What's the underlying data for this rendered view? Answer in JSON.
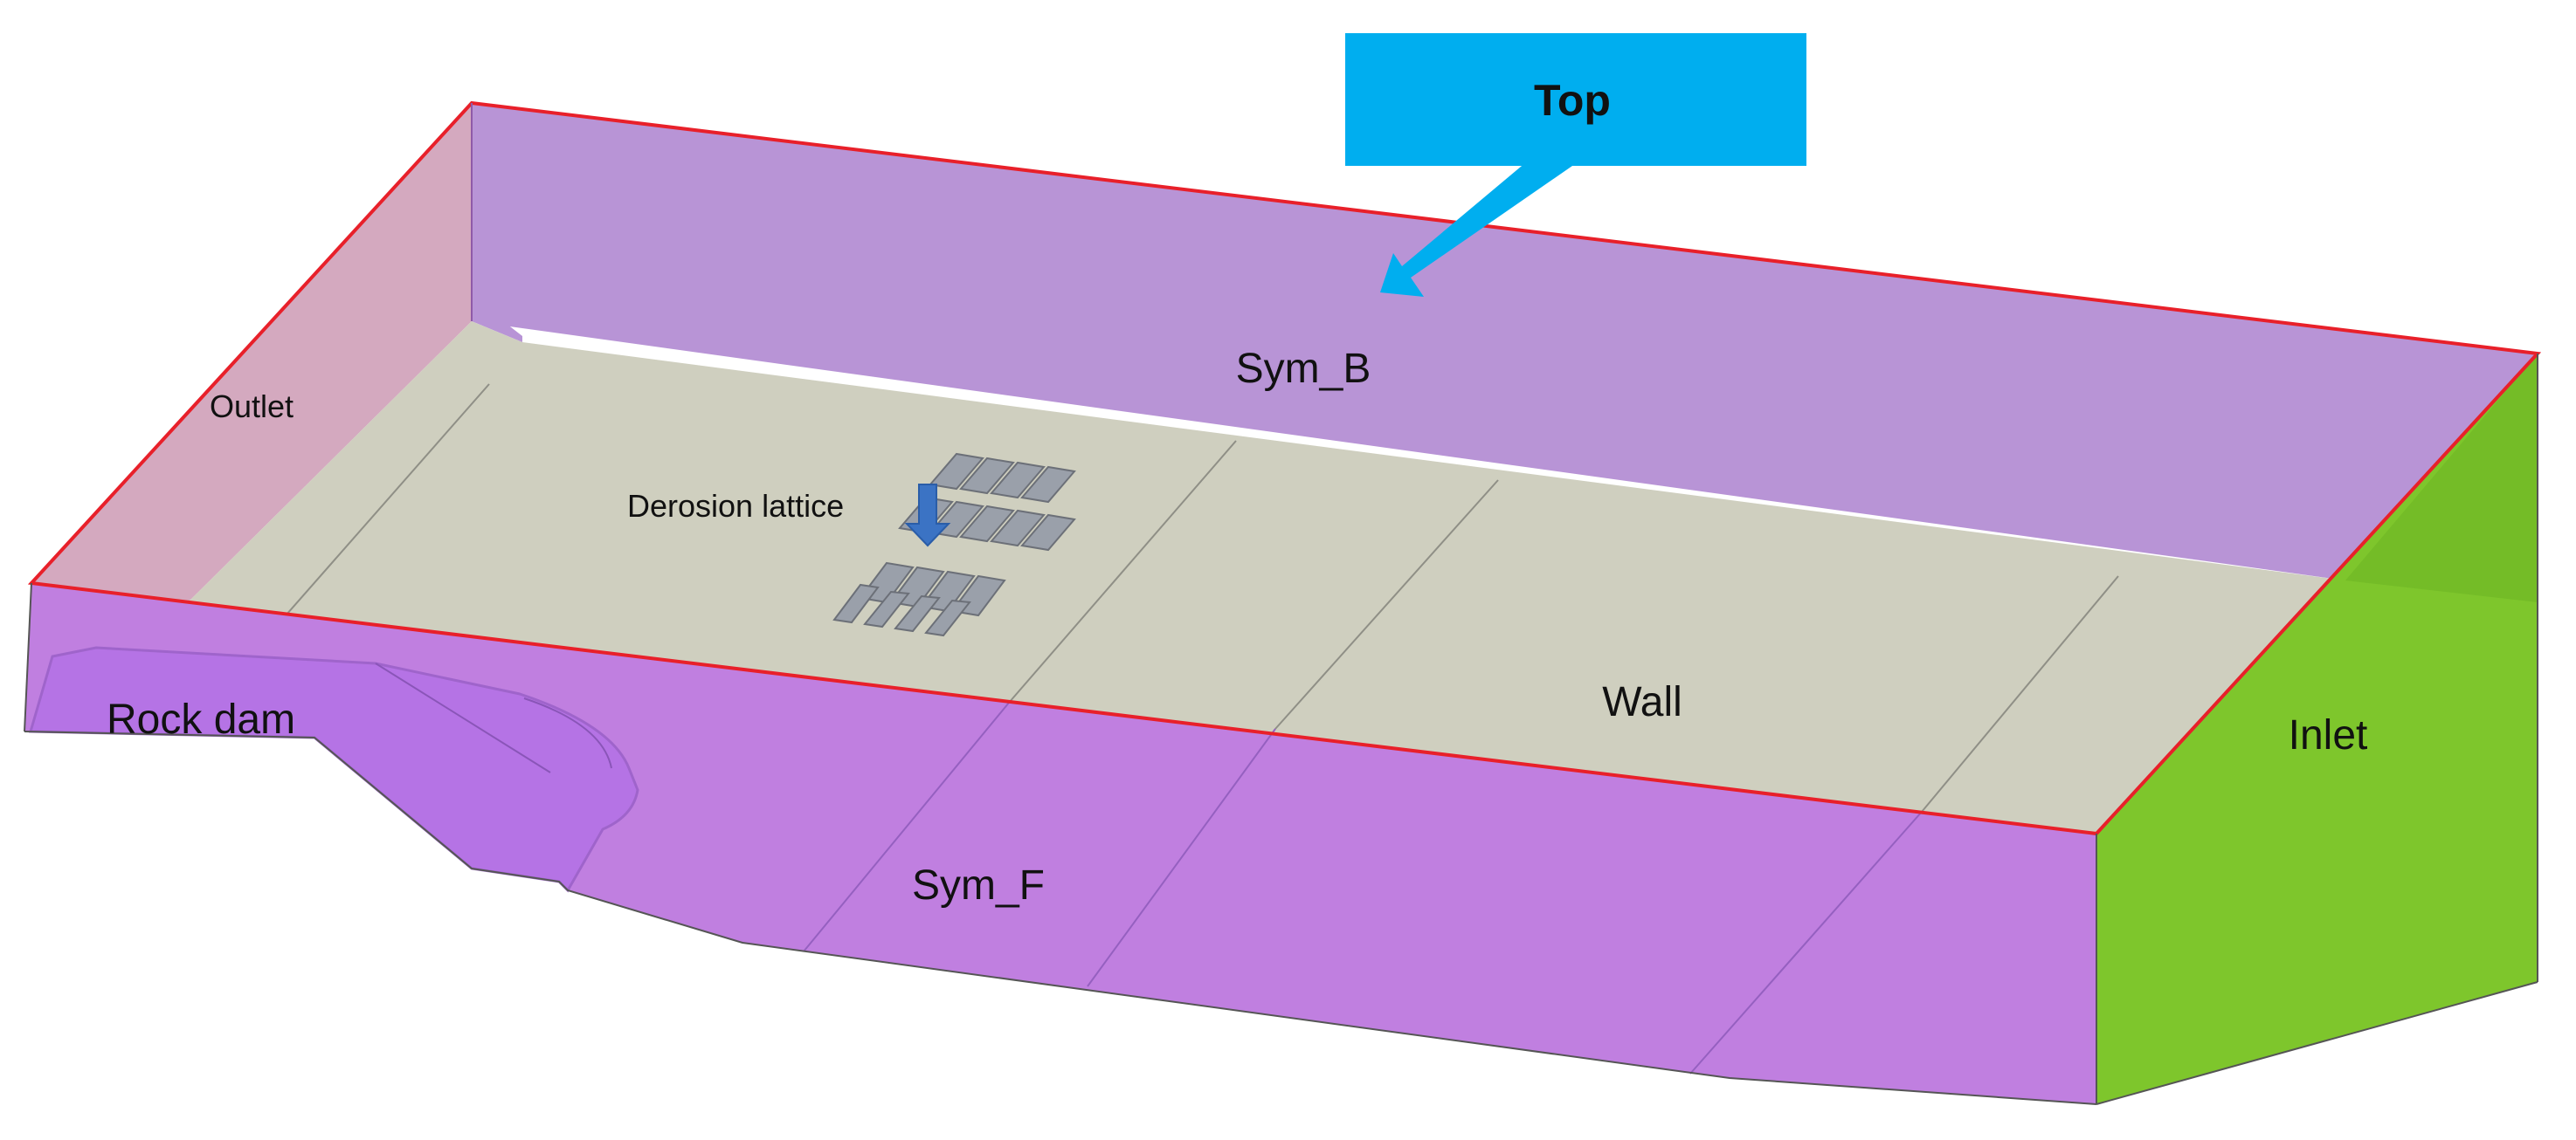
{
  "labels": {
    "top": "Top",
    "sym_b": "Sym_B",
    "outlet": "Outlet",
    "derosion_lattice": "Derosion lattice",
    "rock_dam": "Rock dam",
    "wall": "Wall",
    "inlet": "Inlet",
    "sym_f": "Sym_F"
  },
  "colors": {
    "back_wall": "#b894d6",
    "bed": "#cfcfbf",
    "outlet_face": "#cfa0b8",
    "front_face": "#c07fe0",
    "inlet_face": "#7ec62c",
    "top_edge": "#e8202a",
    "callout": "#00aeef",
    "lattice": "#9aa0aa",
    "lattice_arrow": "#3b73c4"
  }
}
